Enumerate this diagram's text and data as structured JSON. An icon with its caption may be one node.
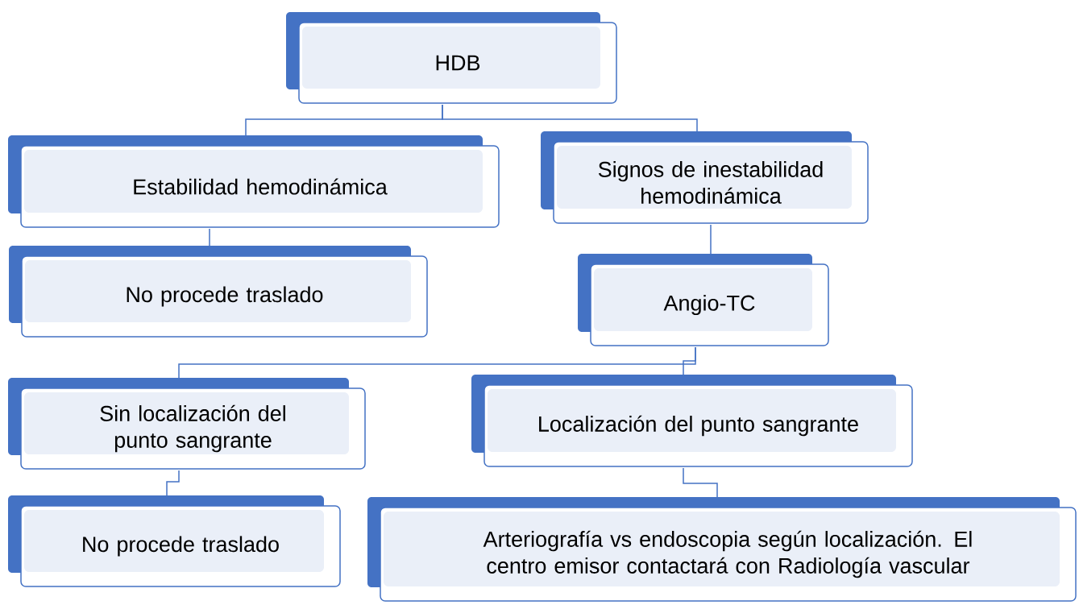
{
  "diagram": {
    "nodes": [
      {
        "text": [
          "HDB"
        ]
      },
      {
        "text": [
          "Estabilidad hemodinámica"
        ]
      },
      {
        "text": [
          "Signos de inestabilidad hemodinámica"
        ]
      },
      {
        "text": [
          "No procede traslado"
        ]
      },
      {
        "text": [
          "Angio-TC"
        ]
      },
      {
        "text": [
          "Sin localización del punto sangrante"
        ]
      },
      {
        "text": [
          "Localización del punto sangrante"
        ]
      },
      {
        "text": [
          "No procede traslado"
        ]
      },
      {
        "text": [
          "Arteriografía vs endoscopia según localización. El centro emisor contactará con Radiología vascular"
        ]
      }
    ],
    "edges": [
      {
        "from": 0,
        "to": 1,
        "arrow": "none"
      },
      {
        "from": 0,
        "to": 2,
        "arrow": "none"
      },
      {
        "from": 1,
        "to": 3,
        "arrow": "none"
      },
      {
        "from": 2,
        "to": 4,
        "arrow": "none"
      },
      {
        "from": 4,
        "to": 5,
        "arrow": "none"
      },
      {
        "from": 4,
        "to": 6,
        "arrow": "none"
      },
      {
        "from": 5,
        "to": 7,
        "arrow": "none"
      },
      {
        "from": 6,
        "to": 8,
        "arrow": "none"
      }
    ]
  }
}
